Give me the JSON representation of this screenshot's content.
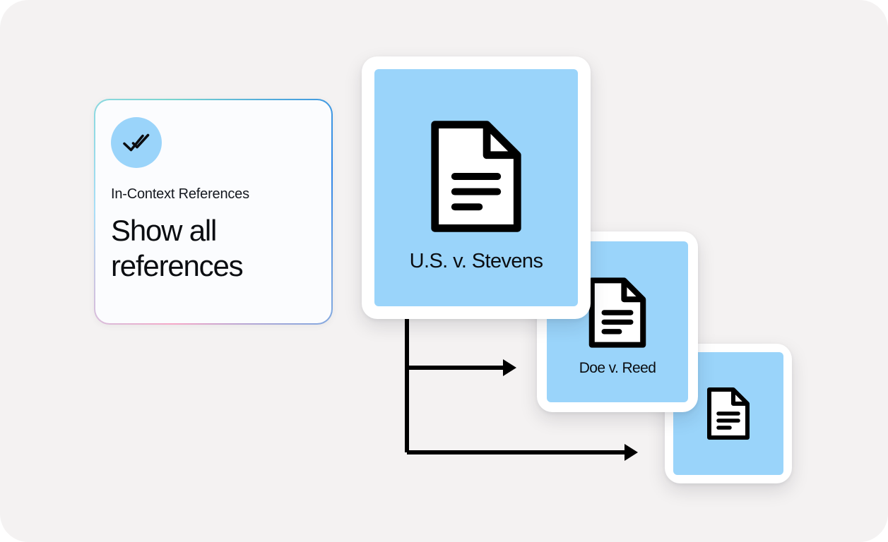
{
  "page": {
    "background_color": "#f4f2f2",
    "accent_blue": "#9ad4fa",
    "line_color": "#000000"
  },
  "feature_card": {
    "eyebrow": "In-Context References",
    "headline": "Show all references",
    "badge_icon": "double-check-icon",
    "badge_color": "#9ad4fa",
    "border_gradient": [
      "#f6a8c8",
      "#a9def8",
      "#78d5cf",
      "#2f86e8"
    ],
    "fill_color": "#fbfcfe"
  },
  "document_cards": [
    {
      "id": "card-1",
      "label": "U.S. v. Stevens",
      "icon": "document-icon",
      "has_label": true
    },
    {
      "id": "card-2",
      "label": "Doe v. Reed",
      "icon": "document-icon",
      "has_label": true
    },
    {
      "id": "card-3",
      "label": "",
      "icon": "document-icon",
      "has_label": false
    }
  ],
  "connectors": {
    "count": 2,
    "style": "elbow-arrow",
    "color": "#000000",
    "from": "card-1",
    "to": [
      "card-2",
      "card-3"
    ]
  }
}
